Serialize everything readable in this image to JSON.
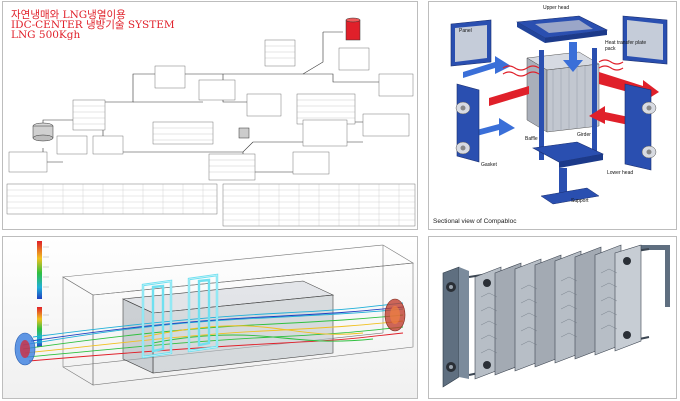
{
  "panel1": {
    "title_lines": [
      "자연냉매와 LNG냉열이용",
      "IDC-CENTER 냉방기술 SYSTEM",
      "LNG 500Kgh"
    ]
  },
  "panel2": {
    "labels": {
      "upper_head": "Upper head",
      "panel": "Panel",
      "heat_transfer": "Heat transfer plate pack",
      "baffle": "Baffle",
      "girder": "Girder",
      "gasket": "Gasket",
      "lower_head": "Lower head",
      "support": "Support"
    },
    "caption": "Sectional view of Compabloc"
  },
  "colors": {
    "red": "#e0202a",
    "blue": "#2a4fb0",
    "steel": "#b8bcc4"
  }
}
